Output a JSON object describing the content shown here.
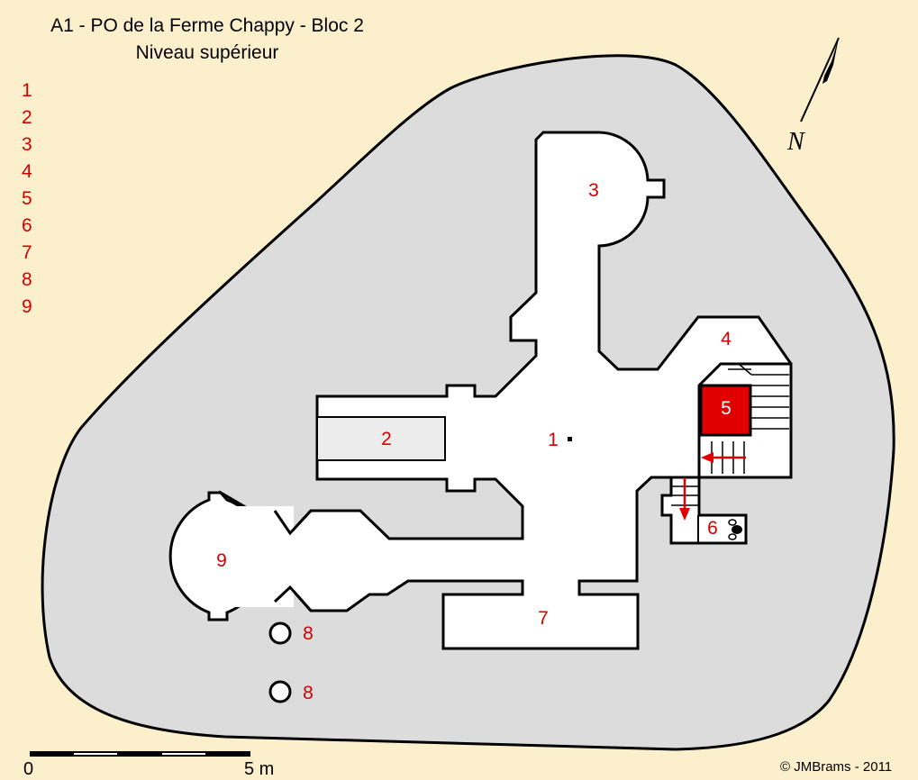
{
  "title": {
    "line1": "A1 - PO de la Ferme Chappy - Bloc 2",
    "line2": "Niveau supérieur"
  },
  "legend": [
    "1",
    "2",
    "3",
    "4",
    "5",
    "6",
    "7",
    "8",
    "9"
  ],
  "rooms": {
    "r1": "1",
    "r2": "2",
    "r3": "3",
    "r4": "4",
    "r5": "5",
    "r6": "6",
    "r7": "7",
    "r8a": "8",
    "r8b": "8",
    "r9": "9"
  },
  "north": "N",
  "scale": {
    "start": "0",
    "end": "5 m"
  },
  "credit": "©  JMBrams  -  2011",
  "colors": {
    "background": "#fcf0cc",
    "mound": "#dcdcdc",
    "room_fill": "#ffffff",
    "wall": "#000000",
    "highlight": "#e00000",
    "label": "#d40000"
  }
}
